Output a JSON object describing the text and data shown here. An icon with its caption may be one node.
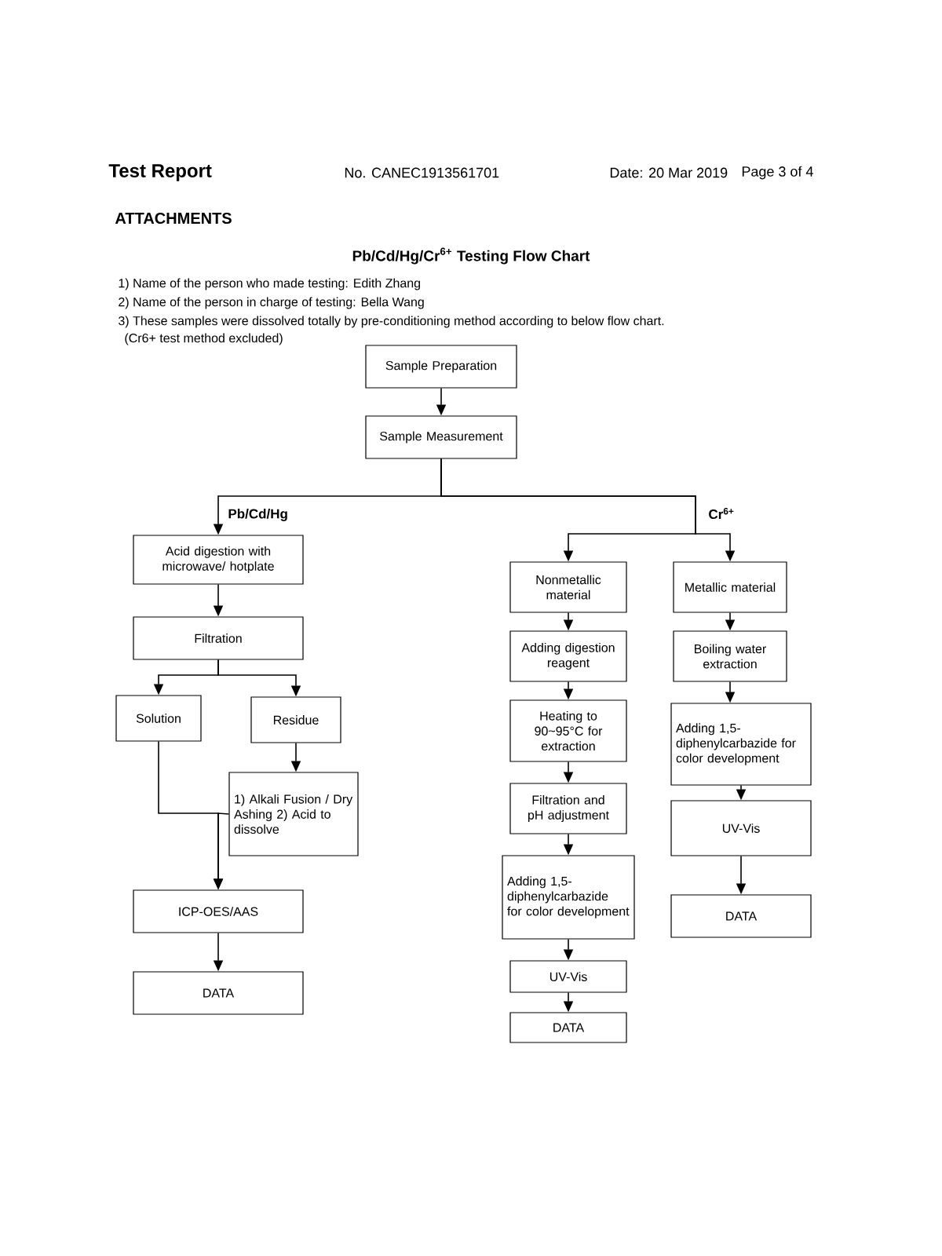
{
  "diagram": {
    "title": "Pb/Cd/Hg/Cr$^{6+}$ Testing Flow Chart",
    "nodes": [
      {
        "text": [
          "Sample Preparation"
        ]
      },
      {
        "text": [
          "Sample Measurement"
        ]
      },
      {
        "text": [
          "Acid digestion with microwave/ hotplate"
        ]
      },
      {
        "text": [
          "Filtration"
        ]
      },
      {
        "text": [
          "Solution"
        ]
      },
      {
        "text": [
          "Residue"
        ]
      },
      {
        "text": [
          "1) Alkali Fusion / Dry Ashing 2) Acid to dissolve"
        ]
      },
      {
        "text": [
          "ICP-OES/AAS"
        ]
      },
      {
        "text": [
          "DATA"
        ]
      },
      {
        "text": [
          "Nonmetallic material"
        ]
      },
      {
        "text": [
          "Adding digestion reagent"
        ]
      },
      {
        "text": [
          "Heating to 90~95°C for extraction"
        ]
      },
      {
        "text": [
          "Filtration and pH adjustment"
        ]
      },
      {
        "text": [
          "Adding 1,5-diphenylcarbazide for color development"
        ]
      },
      {
        "text": [
          "UV-Vis"
        ]
      },
      {
        "text": [
          "DATA"
        ]
      },
      {
        "text": [
          "Metallic material"
        ]
      },
      {
        "text": [
          "Boiling water extraction"
        ]
      },
      {
        "text": [
          "Adding 1,5-diphenylcarbazide for color development"
        ]
      },
      {
        "text": [
          "UV-Vis"
        ]
      },
      {
        "text": [
          "DATA"
        ]
      }
    ],
    "edges": [
      {
        "from": 0,
        "to": 1,
        "arrow": "to"
      },
      {
        "from": 1,
        "to": 2,
        "arrow": "to"
      },
      {
        "from": 1,
        "to": 9,
        "arrow": "to"
      },
      {
        "from": 1,
        "to": 16,
        "arrow": "to"
      },
      {
        "from": 2,
        "to": 3,
        "arrow": "to"
      },
      {
        "from": 3,
        "to": 4,
        "arrow": "to"
      },
      {
        "from": 3,
        "to": 5,
        "arrow": "to"
      },
      {
        "from": 5,
        "to": 6,
        "arrow": "to"
      },
      {
        "from": 4,
        "to": 7,
        "arrow": "to"
      },
      {
        "from": 6,
        "to": 7,
        "arrow": "to"
      },
      {
        "from": 7,
        "to": 8,
        "arrow": "to"
      },
      {
        "from": 9,
        "to": 10,
        "arrow": "to"
      },
      {
        "from": 10,
        "to": 11,
        "arrow": "to"
      },
      {
        "from": 11,
        "to": 12,
        "arrow": "to"
      },
      {
        "from": 12,
        "to": 13,
        "arrow": "to"
      },
      {
        "from": 13,
        "to": 14,
        "arrow": "to"
      },
      {
        "from": 14,
        "to": 15,
        "arrow": "to"
      },
      {
        "from": 16,
        "to": 17,
        "arrow": "to"
      },
      {
        "from": 17,
        "to": 18,
        "arrow": "to"
      },
      {
        "from": 18,
        "to": 19,
        "arrow": "to"
      },
      {
        "from": 19,
        "to": 20,
        "arrow": "to"
      }
    ],
    "labels": [
      "Test Report",
      "No. CANEC1913561701",
      "Date: 20 Mar 2019",
      "Page 3 of 4",
      "ATTACHMENTS",
      "1) Name of the person who made testing: Edith Zhang",
      "2) Name of the person in charge of testing: Bella Wang",
      "3) These samples were dissolved totally by pre-conditioning method according to below flow chart.",
      "(Cr6+ test method excluded)",
      "Pb/Cd/Hg",
      "Cr$^{6+}$"
    ]
  }
}
